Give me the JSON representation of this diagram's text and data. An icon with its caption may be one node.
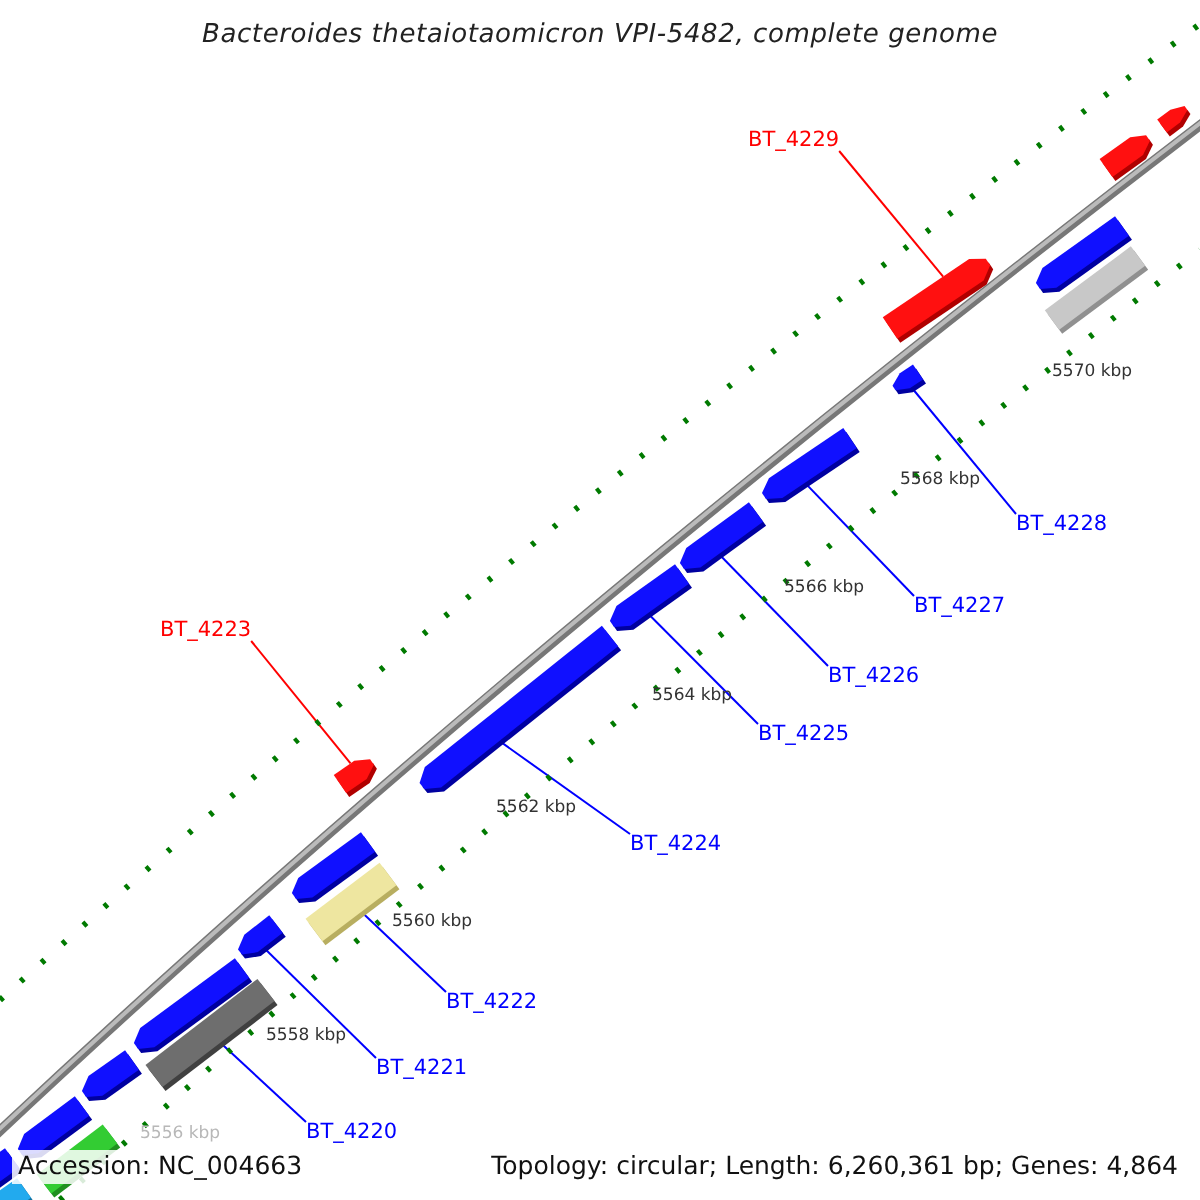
{
  "diagram": {
    "title": "Bacteroides thetaiotaomicron VPI-5482, complete genome",
    "nodes": [
      {
        "text": [
          "BT_4229"
        ]
      },
      {
        "text": [],
        "shape": "arrow"
      },
      {
        "text": [
          "BT_4228"
        ]
      },
      {
        "text": [],
        "shape": "arrow"
      },
      {
        "text": [
          "BT_4227"
        ]
      },
      {
        "text": [],
        "shape": "arrow"
      },
      {
        "text": [
          "BT_4226"
        ]
      },
      {
        "text": [],
        "shape": "arrow"
      },
      {
        "text": [
          "BT_4225"
        ]
      },
      {
        "text": [],
        "shape": "arrow"
      },
      {
        "text": [
          "BT_4223"
        ]
      },
      {
        "text": [],
        "shape": "arrow"
      },
      {
        "text": [
          "BT_4224"
        ]
      },
      {
        "text": [],
        "shape": "arrow"
      },
      {
        "text": [
          "BT_4222"
        ]
      },
      {
        "text": [],
        "shape": "bar"
      },
      {
        "text": [
          "BT_4221"
        ]
      },
      {
        "text": [],
        "shape": "arrow"
      },
      {
        "text": [
          "BT_4220"
        ]
      },
      {
        "text": [],
        "shape": "bar"
      },
      {
        "text": [],
        "shape": "arrow"
      },
      {
        "text": [],
        "shape": "arrow"
      },
      {
        "text": [],
        "shape": "arrow"
      },
      {
        "text": [],
        "shape": "bar"
      },
      {
        "text": [],
        "shape": "arrow"
      },
      {
        "text": [],
        "shape": "arrow"
      },
      {
        "text": [],
        "shape": "arrow"
      },
      {
        "text": [],
        "shape": "arrow"
      },
      {
        "text": [],
        "shape": "bar"
      },
      {
        "text": [],
        "shape": "bar"
      },
      {
        "text": [],
        "shape": "arrow"
      }
    ],
    "edges": [
      {
        "from": 0,
        "to": 1,
        "arrow": "none",
        "color": "#ff0000"
      },
      {
        "from": 2,
        "to": 3,
        "arrow": "none"
      },
      {
        "from": 4,
        "to": 5,
        "arrow": "none"
      },
      {
        "from": 6,
        "to": 7,
        "arrow": "none"
      },
      {
        "from": 8,
        "to": 9,
        "arrow": "none"
      },
      {
        "from": 10,
        "to": 11,
        "arrow": "none",
        "color": "#ff0000"
      },
      {
        "from": 12,
        "to": 13,
        "arrow": "none"
      },
      {
        "from": 14,
        "to": 15,
        "arrow": "none"
      },
      {
        "from": 16,
        "to": 17,
        "arrow": "none"
      },
      {
        "from": 18,
        "to": 19,
        "arrow": "none"
      }
    ],
    "labels": [
      "5570 kbp",
      "5568 kbp",
      "5566 kbp",
      "5564 kbp",
      "5562 kbp",
      "5560 kbp",
      "5558 kbp",
      "5556 kbp",
      "Accession: NC_004663",
      "Topology: circular; Length: 6,260,361 bp; Genes: 4,864"
    ]
  }
}
